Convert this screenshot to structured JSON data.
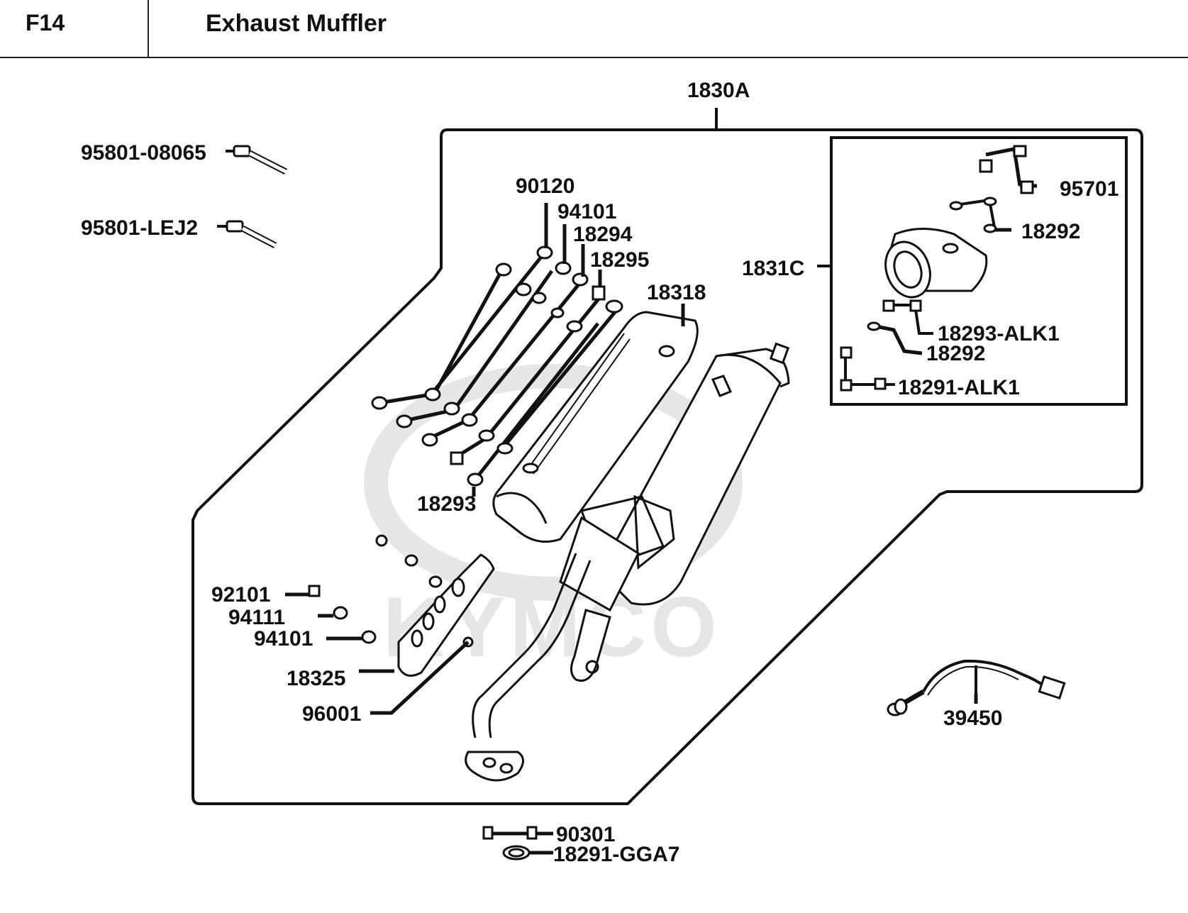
{
  "header": {
    "code": "F14",
    "title": "Exhaust Muffler"
  },
  "watermark": "KYMCO",
  "labels": {
    "l1830A": "1830A",
    "l95801_08065": "95801-08065",
    "l95801_LEJ2": "95801-LEJ2",
    "l90120": "90120",
    "l94101a": "94101",
    "l18294": "18294",
    "l18295": "18295",
    "l18318": "18318",
    "l18293": "18293",
    "l1831C": "1831C",
    "l95701": "95701",
    "l18292a": "18292",
    "l18293_ALK1": "18293-ALK1",
    "l18292b": "18292",
    "l18291_ALK1": "18291-ALK1",
    "l92101": "92101",
    "l94111": "94111",
    "l94101b": "94101",
    "l18325": "18325",
    "l96001": "96001",
    "l39450": "39450",
    "l90301": "90301",
    "l18291_GGA7": "18291-GGA7"
  },
  "colors": {
    "line": "#111111",
    "watermark": "#e6e6e6",
    "background": "#ffffff"
  }
}
